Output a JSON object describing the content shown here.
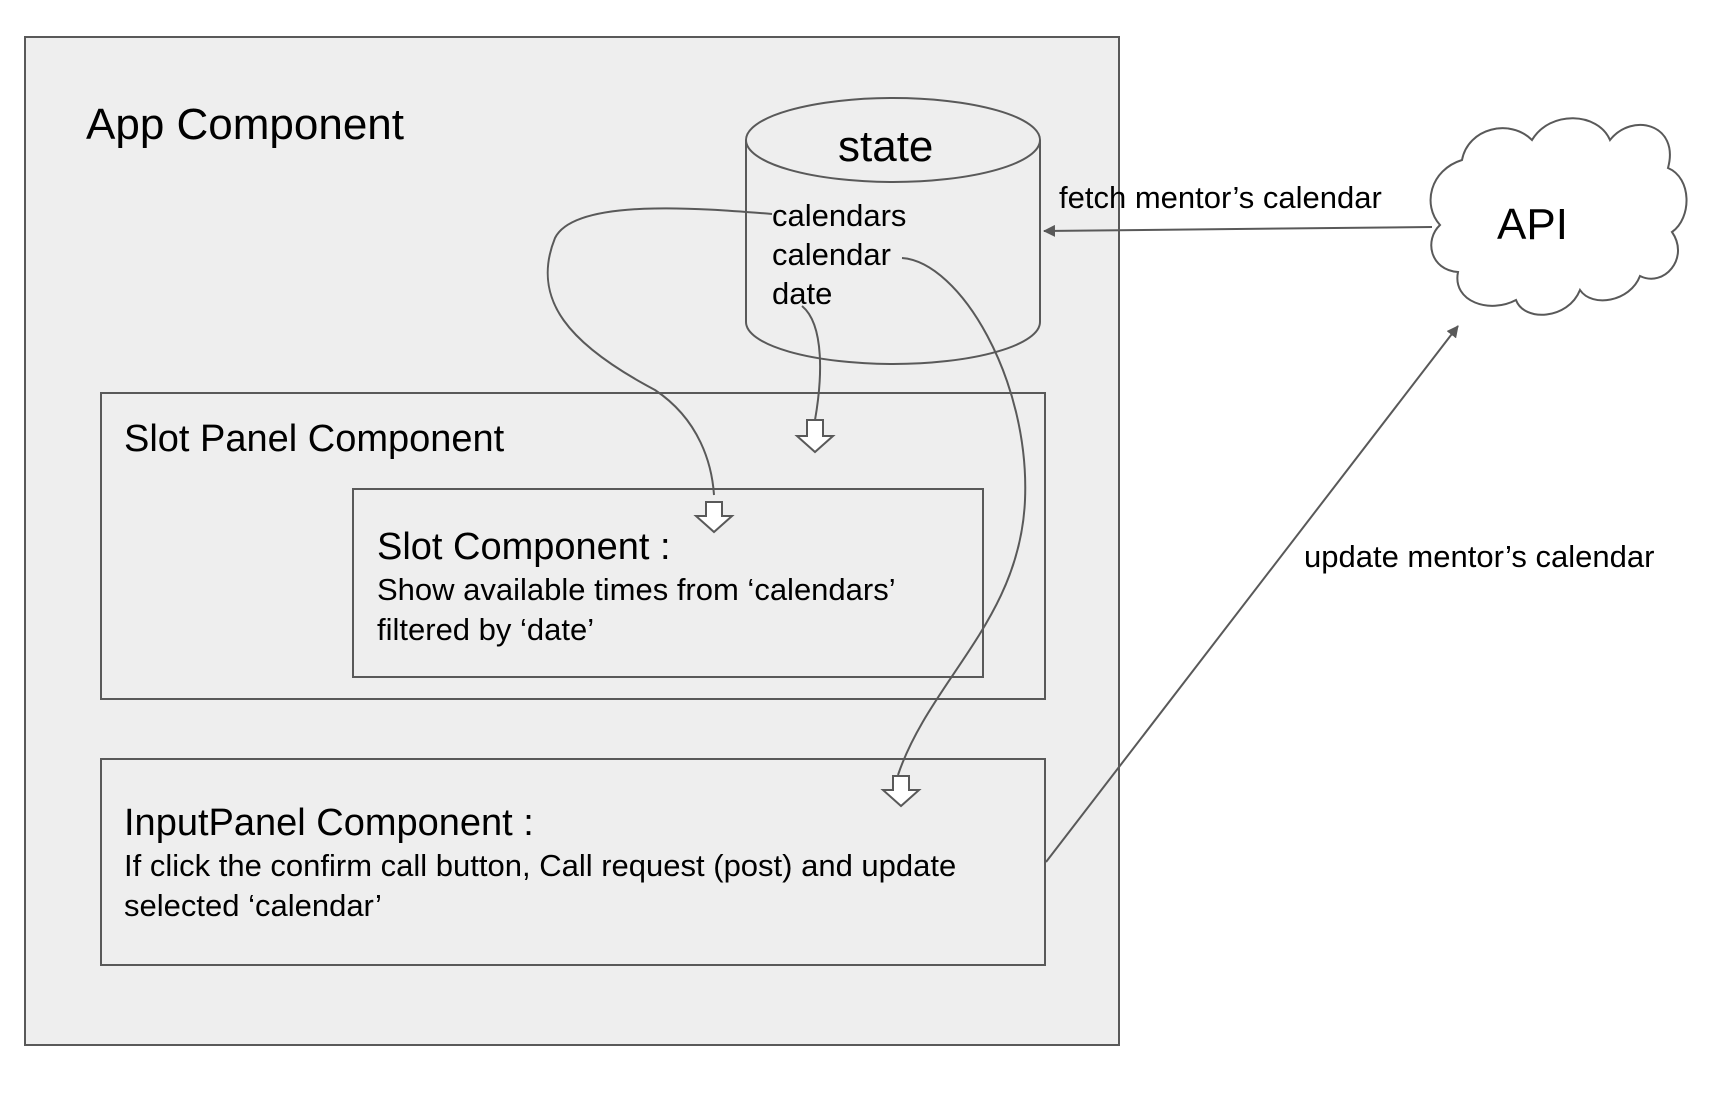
{
  "diagram": {
    "app": {
      "title": "App Component"
    },
    "state_store": {
      "title": "state",
      "fields": [
        "calendars",
        "calendar",
        "date"
      ]
    },
    "slot_panel": {
      "title": "Slot Panel Component"
    },
    "slot": {
      "title": "Slot Component :",
      "description_lines": [
        "Show available times from ‘calendars’",
        "filtered by ‘date’"
      ]
    },
    "input_panel": {
      "title": "InputPanel Component :",
      "description_lines": [
        "If click the confirm call button, Call request (post) and update",
        "selected ‘calendar’"
      ]
    },
    "api": {
      "label": "API"
    },
    "edges": {
      "fetch": "fetch mentor’s calendar",
      "update": "update mentor’s calendar"
    }
  },
  "colors": {
    "stroke": "#595959",
    "box_fill": "#eeeeee",
    "background": "#ffffff"
  }
}
